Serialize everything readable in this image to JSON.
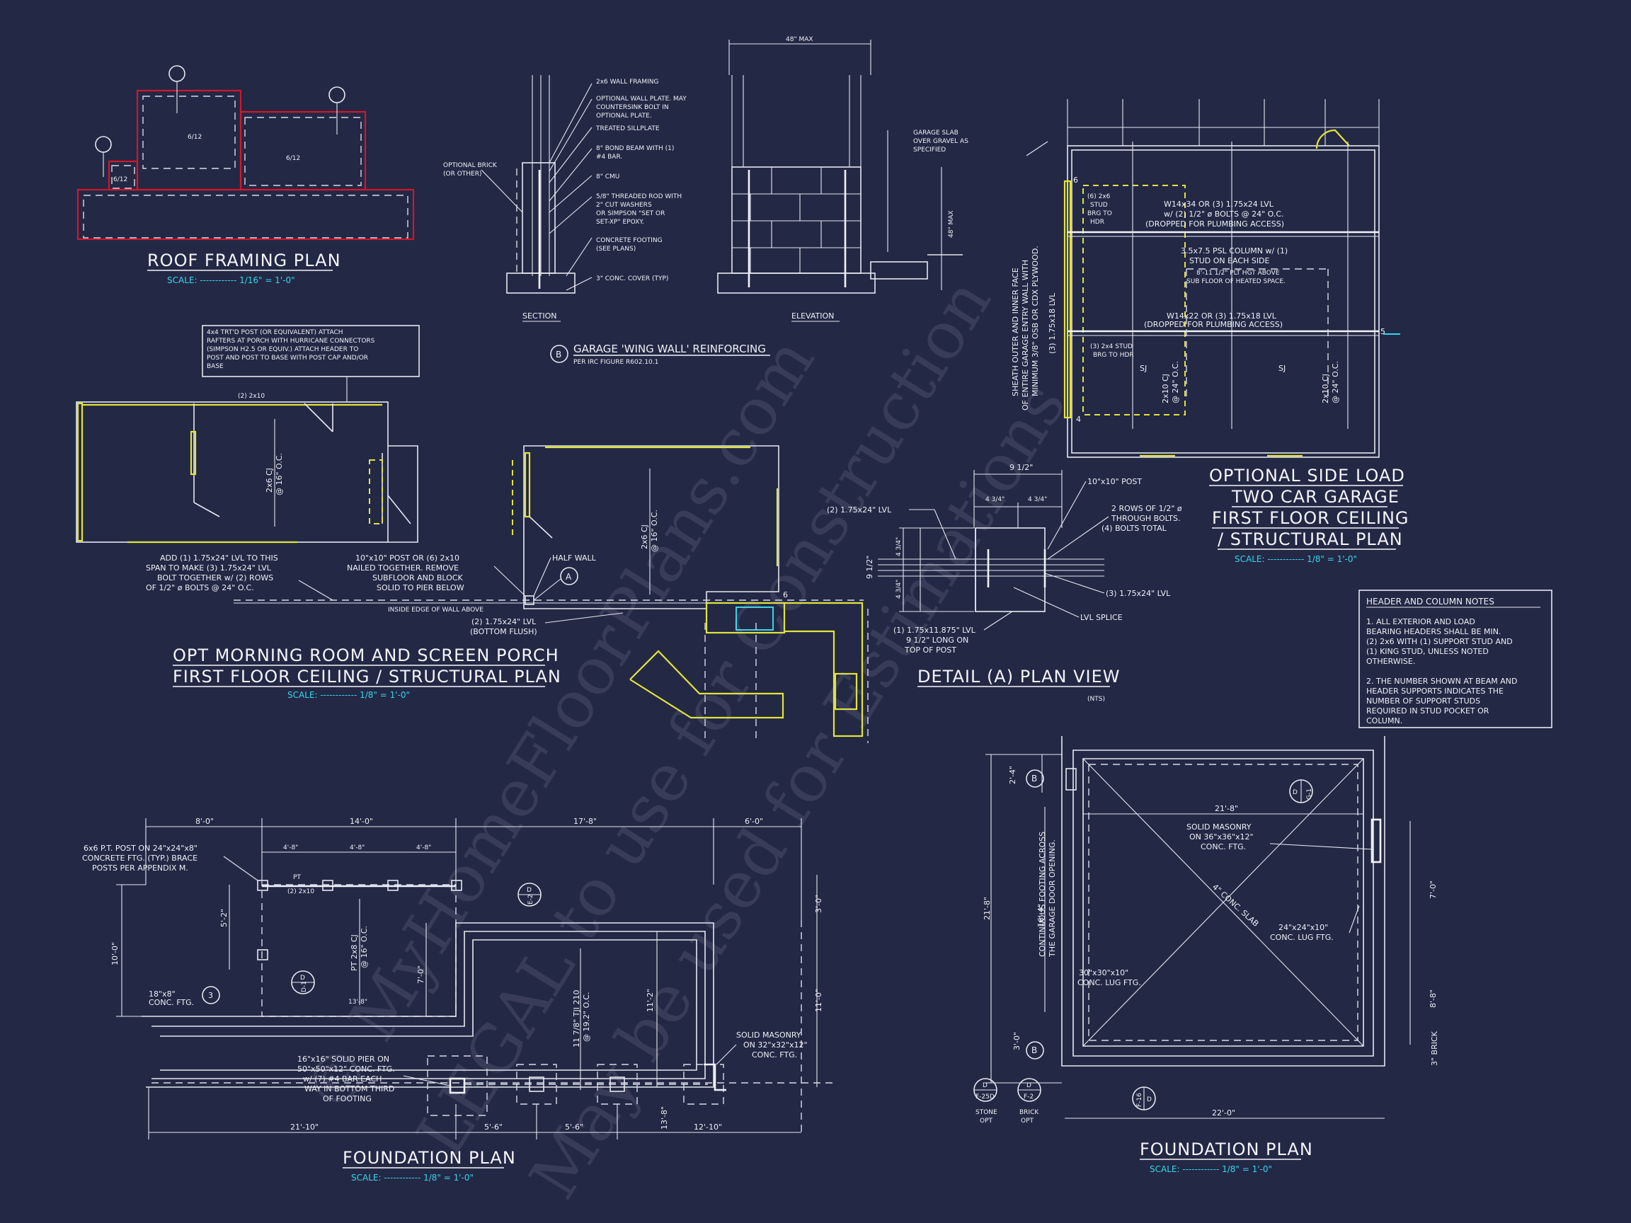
{
  "roof_framing": {
    "title": "ROOF FRAMING PLAN",
    "scale": "SCALE: ------------ 1/16\" = 1'-0\"",
    "pitch_labels": [
      "6/12",
      "6/12",
      "6/12"
    ],
    "callouts": [
      "6/12",
      "6/12",
      "6/12"
    ]
  },
  "wing_wall": {
    "max_dim": "48\" MAX",
    "height_dim": "48\" MAX",
    "notes": [
      "2x6 WALL FRAMING",
      "OPTIONAL WALL PLATE. MAY",
      "COUNTERSINK BOLT IN",
      "OPTIONAL PLATE.",
      "TREATED SILLPLATE",
      "8\" BOND BEAM WITH (1)",
      "#4 BAR.",
      "8\" CMU",
      "5/8\" THREADED ROD WITH",
      "2\" CUT WASHERS",
      "OR SIMPSON \"SET OR",
      "SET-XP\" EPOXY.",
      "CONCRETE FOOTING",
      "(SEE PLANS)",
      "3\" CONC. COVER (TYP)"
    ],
    "brick_note": [
      "OPTIONAL BRICK",
      "(OR OTHER)"
    ],
    "slab_note": [
      "GARAGE SLAB",
      "OVER GRAVEL AS",
      "SPECIFIED"
    ],
    "section_label": "SECTION",
    "elevation_label": "ELEVATION",
    "tag": "B",
    "title": "GARAGE 'WING WALL' REINFORCING",
    "subtitle": "PER IRC FIGURE R602.10.1"
  },
  "morning_room": {
    "post_note": [
      "4x4 TRT'D POST (OR EQUIVALENT) ATTACH",
      "RAFTERS AT PORCH WITH HURRICANE CONNECTORS",
      "(SIMPSON H2.5 OR EQUIV.) ATTACH HEADER TO",
      "POST AND POST TO BASE WITH POST CAP AND/OR",
      "BASE"
    ],
    "header_label": "(2) 2x10",
    "cj1": "2x6 CJ",
    "cj1b": "@ 16\" O.C.",
    "cj2": "2x6 CJ",
    "cj2b": "@ 16\" O.C.",
    "lvl_note": [
      "ADD (1) 1.75x24\" LVL TO THIS",
      "SPAN TO MAKE (3) 1.75x24\" LVL",
      "BOLT TOGETHER w/ (2) ROWS",
      "OF 1/2\" ø BOLTS @ 24\" O.C."
    ],
    "post_note2": [
      "10\"x10\" POST OR (6) 2x10",
      "NAILED TOGETHER. REMOVE",
      "SUBFLOOR AND BLOCK",
      "SOLID TO PIER BELOW"
    ],
    "half_wall": "HALF WALL",
    "tag_a": "A",
    "inside_edge": "INSIDE EDGE OF WALL ABOVE",
    "lvl_below": [
      "(2) 1.75x24\" LVL",
      "(BOTTOM FLUSH)"
    ],
    "num6": "6",
    "title1": "OPT MORNING ROOM AND SCREEN PORCH",
    "title2": "FIRST FLOOR CEILING / STRUCTURAL PLAN",
    "scale": "SCALE: ------------ 1/8\" = 1'-0\""
  },
  "detail_a": {
    "dim_top": "9 1/2\"",
    "dim_a": "4 3/4\"",
    "dim_b": "4 3/4\"",
    "dim_left": "9 1/2\"",
    "dim_l1": "4 3/4\"",
    "dim_l2": "4 3/4\"",
    "post": "10\"x10\" POST",
    "bolts": [
      "2 ROWS OF 1/2\" ø",
      "THROUGH BOLTS.",
      "(4) BOLTS TOTAL"
    ],
    "lvl_left": "(2) 1.75x24\" LVL",
    "lvl_right": "(3) 1.75x24\" LVL",
    "lvl_small": [
      "(1) 1.75x11.875\" LVL",
      "9 1/2\" LONG ON",
      "TOP OF POST"
    ],
    "splice": "LVL SPLICE",
    "title": "DETAIL (A) PLAN VIEW",
    "nts": "(NTS)"
  },
  "garage_ceiling": {
    "sheath_note": [
      "SHEATH OUTER AND INNER FACE",
      "OF ENTIRE GARAGE ENTRY WALL WITH",
      "MINIMUM 3/8\" OSB OR CDX PLYWOOD."
    ],
    "lvl_vert": "(3) 1.75x18 LVL",
    "stud6": [
      "(6) 2x6",
      "STUD",
      "BRG TO",
      "HDR"
    ],
    "beam1": [
      "W14x34 OR (3) 1.75x24 LVL",
      "w/ (2) 1/2\" ø BOLTS @ 24\" O.C.",
      "(DROPPED FOR PLUMBING ACCESS)"
    ],
    "psl": [
      "3.5x7.5 PSL COLUMN w/ (1)",
      "STUD ON EACH SIDE"
    ],
    "plt": [
      "8'-11 1/2\" PLT HGT ABOVE",
      "SUB FLOOR OF HEATED SPACE."
    ],
    "beam2": [
      "W14x22 OR (3) 1.75x18 LVL",
      "(DROPPED FOR PLUMBING ACCESS)"
    ],
    "stud3": [
      "(3) 2x4 STUD",
      "BRG TO HDR"
    ],
    "cj1": "2x10 CJ",
    "cj1b": "@ 24\" O.C.",
    "cj2": "2x10 CJ",
    "cj2b": "@ 24\" O.C.",
    "sj1": "SJ",
    "sj2": "SJ",
    "n6": "6",
    "n4": "4",
    "n5": "5",
    "title": [
      "OPTIONAL SIDE LOAD",
      "TWO CAR GARAGE",
      "FIRST FLOOR CEILING",
      "/ STRUCTURAL PLAN"
    ],
    "scale": "SCALE: ------------ 1/8\" = 1'-0\""
  },
  "notes_box": {
    "title": "HEADER AND COLUMN NOTES",
    "lines": [
      "1. ALL EXTERIOR AND LOAD",
      "BEARING HEADERS SHALL BE MIN.",
      "(2) 2x6 WITH (1) SUPPORT STUD AND",
      "(1) KING STUD, UNLESS NOTED",
      "OTHERWISE.",
      "",
      "2. THE NUMBER SHOWN AT BEAM AND",
      "HEADER SUPPORTS INDICATES THE",
      "NUMBER OF SUPPORT STUDS",
      "REQUIRED IN STUD POCKET OR",
      "COLUMN."
    ]
  },
  "foundation_left": {
    "dims_top": [
      "8'-0\"",
      "14'-0\"",
      "17'-8\"",
      "6'-0\""
    ],
    "dims_sub": [
      "4'-8\"",
      "4'-8\"",
      "4'-8\""
    ],
    "post_note": [
      "6x6 P.T. POST ON 24\"x24\"x8\"",
      "CONCRETE FTG. (TYP.) BRACE",
      "POSTS PER APPENDIX M."
    ],
    "pt": "PT",
    "pt2": "(2) 2x10",
    "joist": "PT 2x8 CJ",
    "joistb": "@ 16\" O.C.",
    "ftg": [
      "18\"x8\"",
      "CONC. FTG."
    ],
    "tag3": "3",
    "d1": "D-1",
    "dtag": "D",
    "e2": "E-2",
    "d13": "13'-8\"",
    "d7": "7'-0\"",
    "d52": "5'-2\"",
    "d10": "10'-0\"",
    "d11": "11'-2\"",
    "d3": "3'-0\"",
    "d11b": "11'-0\"",
    "tji": [
      "11 7/8\" TJI 210",
      "@ 19.2\" O.C."
    ],
    "pier": [
      "16\"x16\" SOLID PIER ON",
      "50\"x50\"x12\" CONC. FTG.",
      "w/ (7) #4 BAR EACH",
      "WAY IN BOTTOM THIRD",
      "OF FOOTING"
    ],
    "masonry": [
      "SOLID MASONRY",
      "ON 32\"x32\"x12\"",
      "CONC. FTG."
    ],
    "dims_bot": [
      "21'-10\"",
      "5'-6\"",
      "5'-6\"",
      "12'-10\""
    ],
    "d138": "13'-8\"",
    "title": "FOUNDATION PLAN",
    "scale": "SCALE: ------------ 1/8\" = 1'-0\""
  },
  "foundation_right": {
    "d24": "2'-4\"",
    "tagB": "B",
    "d218": "21'-8\"",
    "masonry": [
      "SOLID MASONRY",
      "ON 36\"x36\"x12\"",
      "CONC. FTG."
    ],
    "slab": "4\" CONC. SLAB",
    "lug1": [
      "24\"x24\"x10\"",
      "CONC. LUG FTG."
    ],
    "lug2": [
      "30\"x30\"x10\"",
      "CONC. LUG FTG."
    ],
    "cont": [
      "CONTINUOUS FOOTING ACROSS",
      "THE GARAGE DOOR OPENING."
    ],
    "d21": "21'-8\"",
    "d16": "16'-4\"",
    "d3": "3'-0\"",
    "d7": "7'-0\"",
    "d88": "8'-8\"",
    "brick": "3\" BRICK",
    "tagD": "D",
    "g1": "G-1",
    "f25d": "F-25D",
    "f2": "F-2",
    "f16": "F-16",
    "stone": [
      "STONE",
      "OPT"
    ],
    "brickopt": [
      "BRICK",
      "OPT"
    ],
    "d220": "22'-0\"",
    "title": "FOUNDATION PLAN",
    "scale": "SCALE: ------------ 1/8\" = 1'-0\""
  },
  "watermark": [
    "© MyHomeFloorPlans.com",
    "LEGAL to use for Construction",
    "May be used for Estimations"
  ],
  "colors": {
    "background": "#232845",
    "linework": "#e6e8f0",
    "accent_yellow": "#e2e43a",
    "accent_red": "#d0172a",
    "scale_cyan": "#36d6e8"
  }
}
